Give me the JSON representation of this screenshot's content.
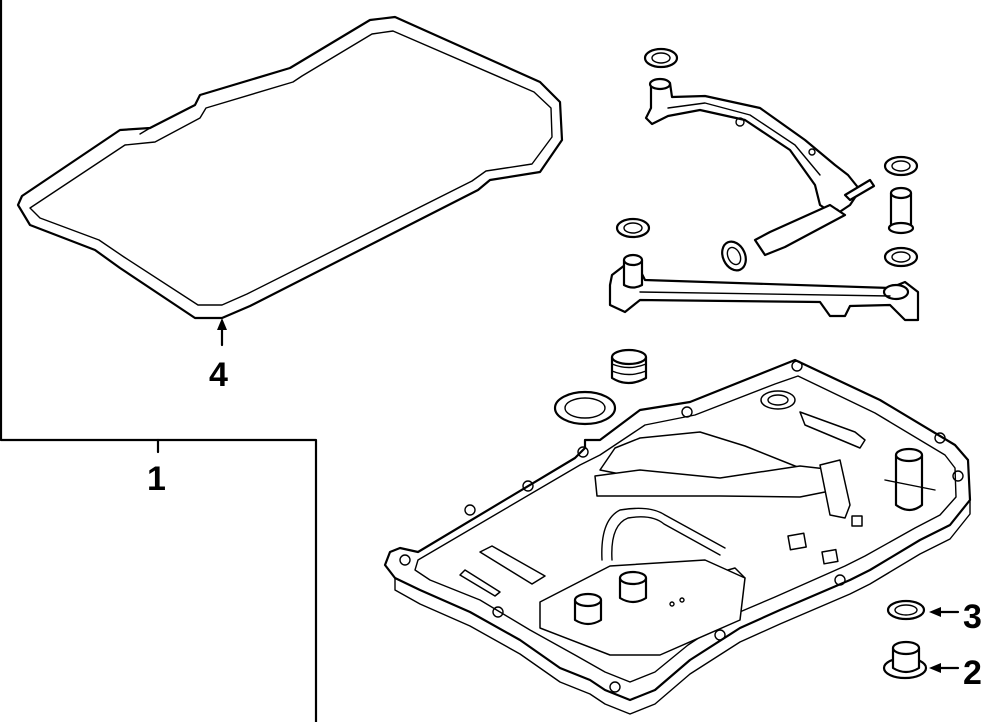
{
  "diagram": {
    "callouts": {
      "part_1": "1",
      "part_2": "2",
      "part_3": "3",
      "part_4": "4"
    },
    "colors": {
      "line": "#000000",
      "background": "#ffffff"
    }
  }
}
